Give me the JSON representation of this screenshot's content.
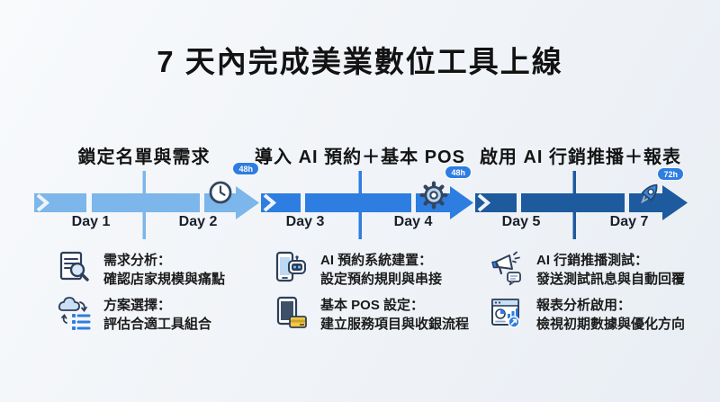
{
  "title": "7 天內完成美業數位工具上線",
  "colors": {
    "phase1_arrow": "#7cb6ea",
    "phase2_arrow": "#2e7de0",
    "phase3_arrow": "#1d5a9e",
    "badge_bg": "#2e7de0",
    "text": "#1b1b1b"
  },
  "phases": [
    {
      "heading": "鎖定名單與需求",
      "badge": "48h",
      "badge_icon": "clock",
      "days": [
        "Day 1",
        "Day 2"
      ],
      "items": [
        {
          "icon": "document-magnifier",
          "label": "需求分析：",
          "desc": "確認店家規模與痛點"
        },
        {
          "icon": "cloud-options-list",
          "label": "方案選擇：",
          "desc": "評估合適工具組合"
        }
      ]
    },
    {
      "heading": "導入 AI 預約＋基本 POS",
      "badge": "48h",
      "badge_icon": "gear",
      "days": [
        "Day 3",
        "Day 4"
      ],
      "items": [
        {
          "icon": "phone-ai-bot",
          "label": "AI 預約系統建置：",
          "desc": "設定預約規則與串接"
        },
        {
          "icon": "tablet-card",
          "label": "基本 POS 設定：",
          "desc": "建立服務項目與收銀流程"
        }
      ]
    },
    {
      "heading": "啟用 AI 行銷推播＋報表",
      "badge": "72h",
      "badge_icon": "rocket",
      "days": [
        "Day 5",
        "Day 7"
      ],
      "items": [
        {
          "icon": "megaphone-chat",
          "label": "AI 行銷推播測試：",
          "desc": "發送測試訊息與自動回覆"
        },
        {
          "icon": "report-analytics",
          "label": "報表分析啟用：",
          "desc": "檢視初期數據與優化方向"
        }
      ]
    }
  ]
}
